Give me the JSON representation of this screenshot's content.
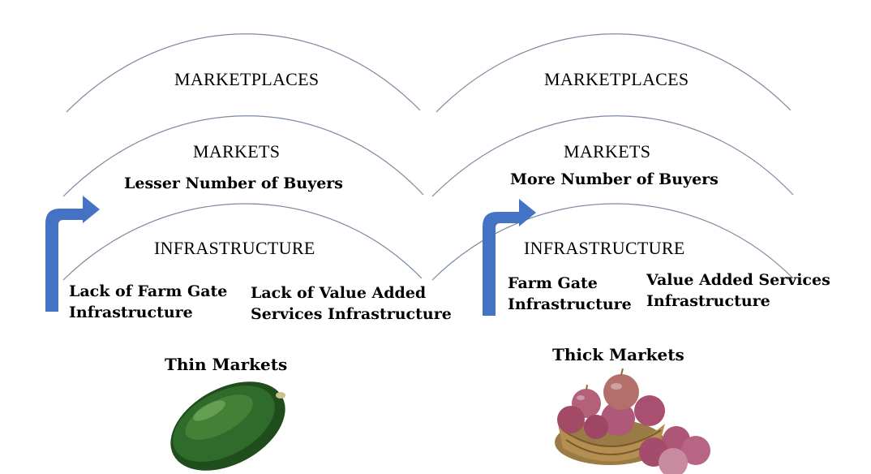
{
  "left": {
    "marketplaces_label": "MARKETPLACES",
    "markets_label": "MARKETS",
    "buyers_text": "Lesser Number of Buyers",
    "infrastructure_label": "INFRASTRUCTURE",
    "farm_gate_line1": "Lack of Farm Gate",
    "farm_gate_line2": "Infrastructure",
    "value_added_line1": "Lack of Value Added",
    "value_added_line2": "Services Infrastructure",
    "market_type": "Thin Markets",
    "image_icon": "watermelon-image"
  },
  "right": {
    "marketplaces_label": "MARKETPLACES",
    "markets_label": "MARKETS",
    "buyers_text": "More Number of Buyers",
    "infrastructure_label": "INFRASTRUCTURE",
    "farm_gate_line1": "Farm Gate",
    "farm_gate_line2": "Infrastructure",
    "value_added_line1": "Value Added Services",
    "value_added_line2": "Infrastructure",
    "market_type": "Thick Markets",
    "image_icon": "onion-basket-image"
  },
  "colors": {
    "curve_stroke": "#7b8aa0",
    "arrow_fill": "#4472c4",
    "text": "#000000"
  }
}
